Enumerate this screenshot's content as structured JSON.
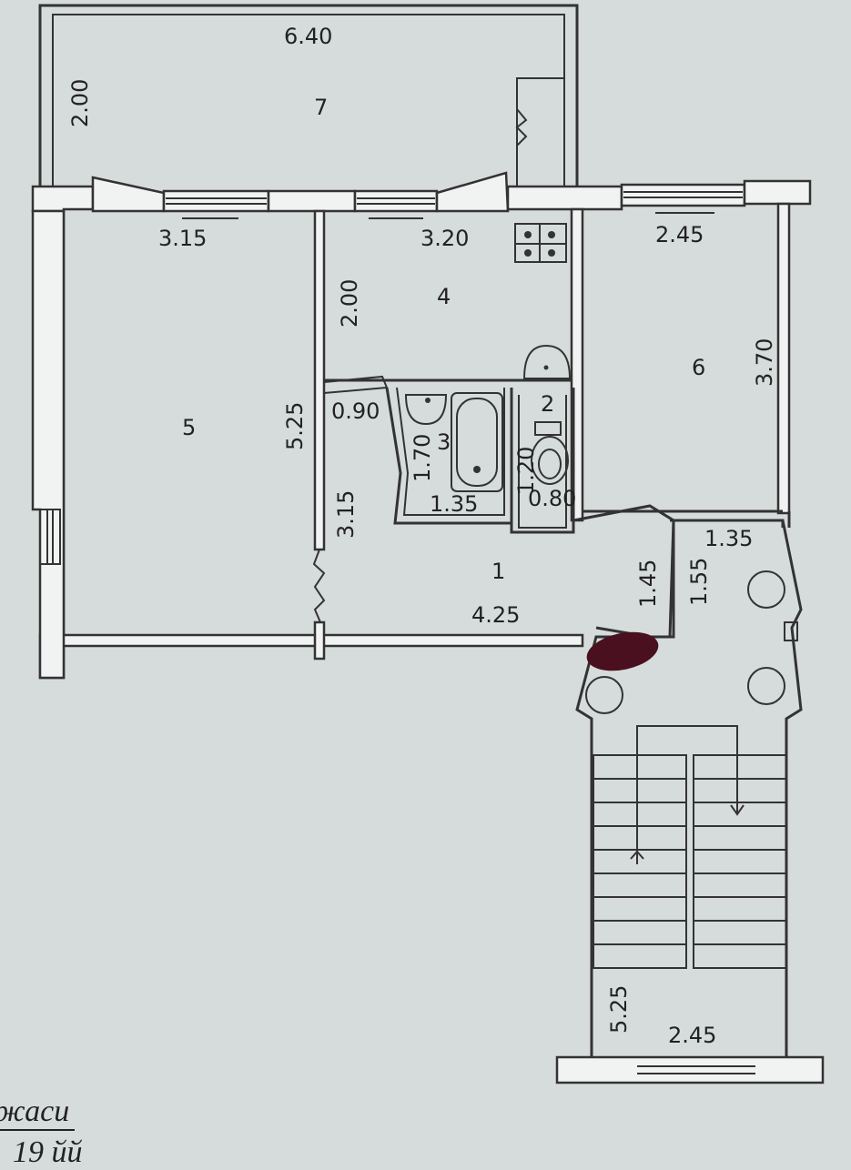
{
  "rooms": [
    {
      "id": "1",
      "label": "1"
    },
    {
      "id": "2",
      "label": "2"
    },
    {
      "id": "3",
      "label": "3"
    },
    {
      "id": "4",
      "label": "4"
    },
    {
      "id": "5",
      "label": "5"
    },
    {
      "id": "6",
      "label": "6"
    },
    {
      "id": "7",
      "label": "7"
    }
  ],
  "dimensions": {
    "balcony_width": "6.40",
    "balcony_depth": "2.00",
    "room5_width": "3.15",
    "room5_length": "5.25",
    "kitchen_width": "3.20",
    "kitchen_depth": "2.00",
    "room6_width": "2.45",
    "room6_length": "3.70",
    "hall_a": "0.90",
    "bath_height": "1.70",
    "bath_width": "1.35",
    "wc_height": "1.20",
    "wc_width": "0.80",
    "hall_length": "3.15",
    "hall_width": "4.25",
    "hall_depth": "1.45",
    "landing_depth": "1.55",
    "landing_width": "1.35",
    "stair_length": "5.25",
    "stair_width": "2.45"
  },
  "caption": {
    "line1": "жаси",
    "line2": "19 йй"
  },
  "colors": {
    "paper": "#d6dcdb",
    "line": "#333333",
    "stamp": "#4a1020"
  }
}
